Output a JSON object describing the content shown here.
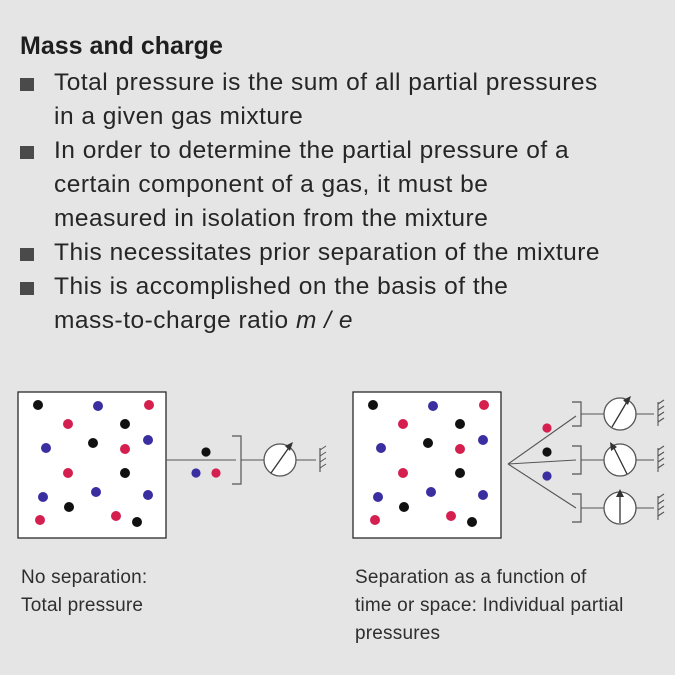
{
  "title": "Mass and charge",
  "bullets": [
    {
      "lines": [
        "Total pressure is the sum of all partial pressures",
        "in a given gas mixture"
      ]
    },
    {
      "lines": [
        "In order to determine the partial pressure of a",
        "certain component of a gas, it must be",
        "measured in isolation from the mixture"
      ]
    },
    {
      "lines": [
        "This necessitates prior separation of the mixture"
      ]
    },
    {
      "lines": [
        "This is accomplished on the basis of the",
        "mass-to-charge ratio "
      ],
      "emph": "m / e"
    }
  ],
  "captions": {
    "left": [
      "No separation:",
      "Total pressure"
    ],
    "right": [
      "Separation as a function of",
      "time or space: Individual partial",
      "pressures"
    ]
  },
  "colors": {
    "red": "#d41f4f",
    "black": "#111111",
    "blue": "#3a2ea0",
    "bullet": "#4a4a4a",
    "background": "#e5e5e6"
  },
  "icons": [
    "gauge-icon",
    "ground-icon",
    "bracket-icon"
  ]
}
